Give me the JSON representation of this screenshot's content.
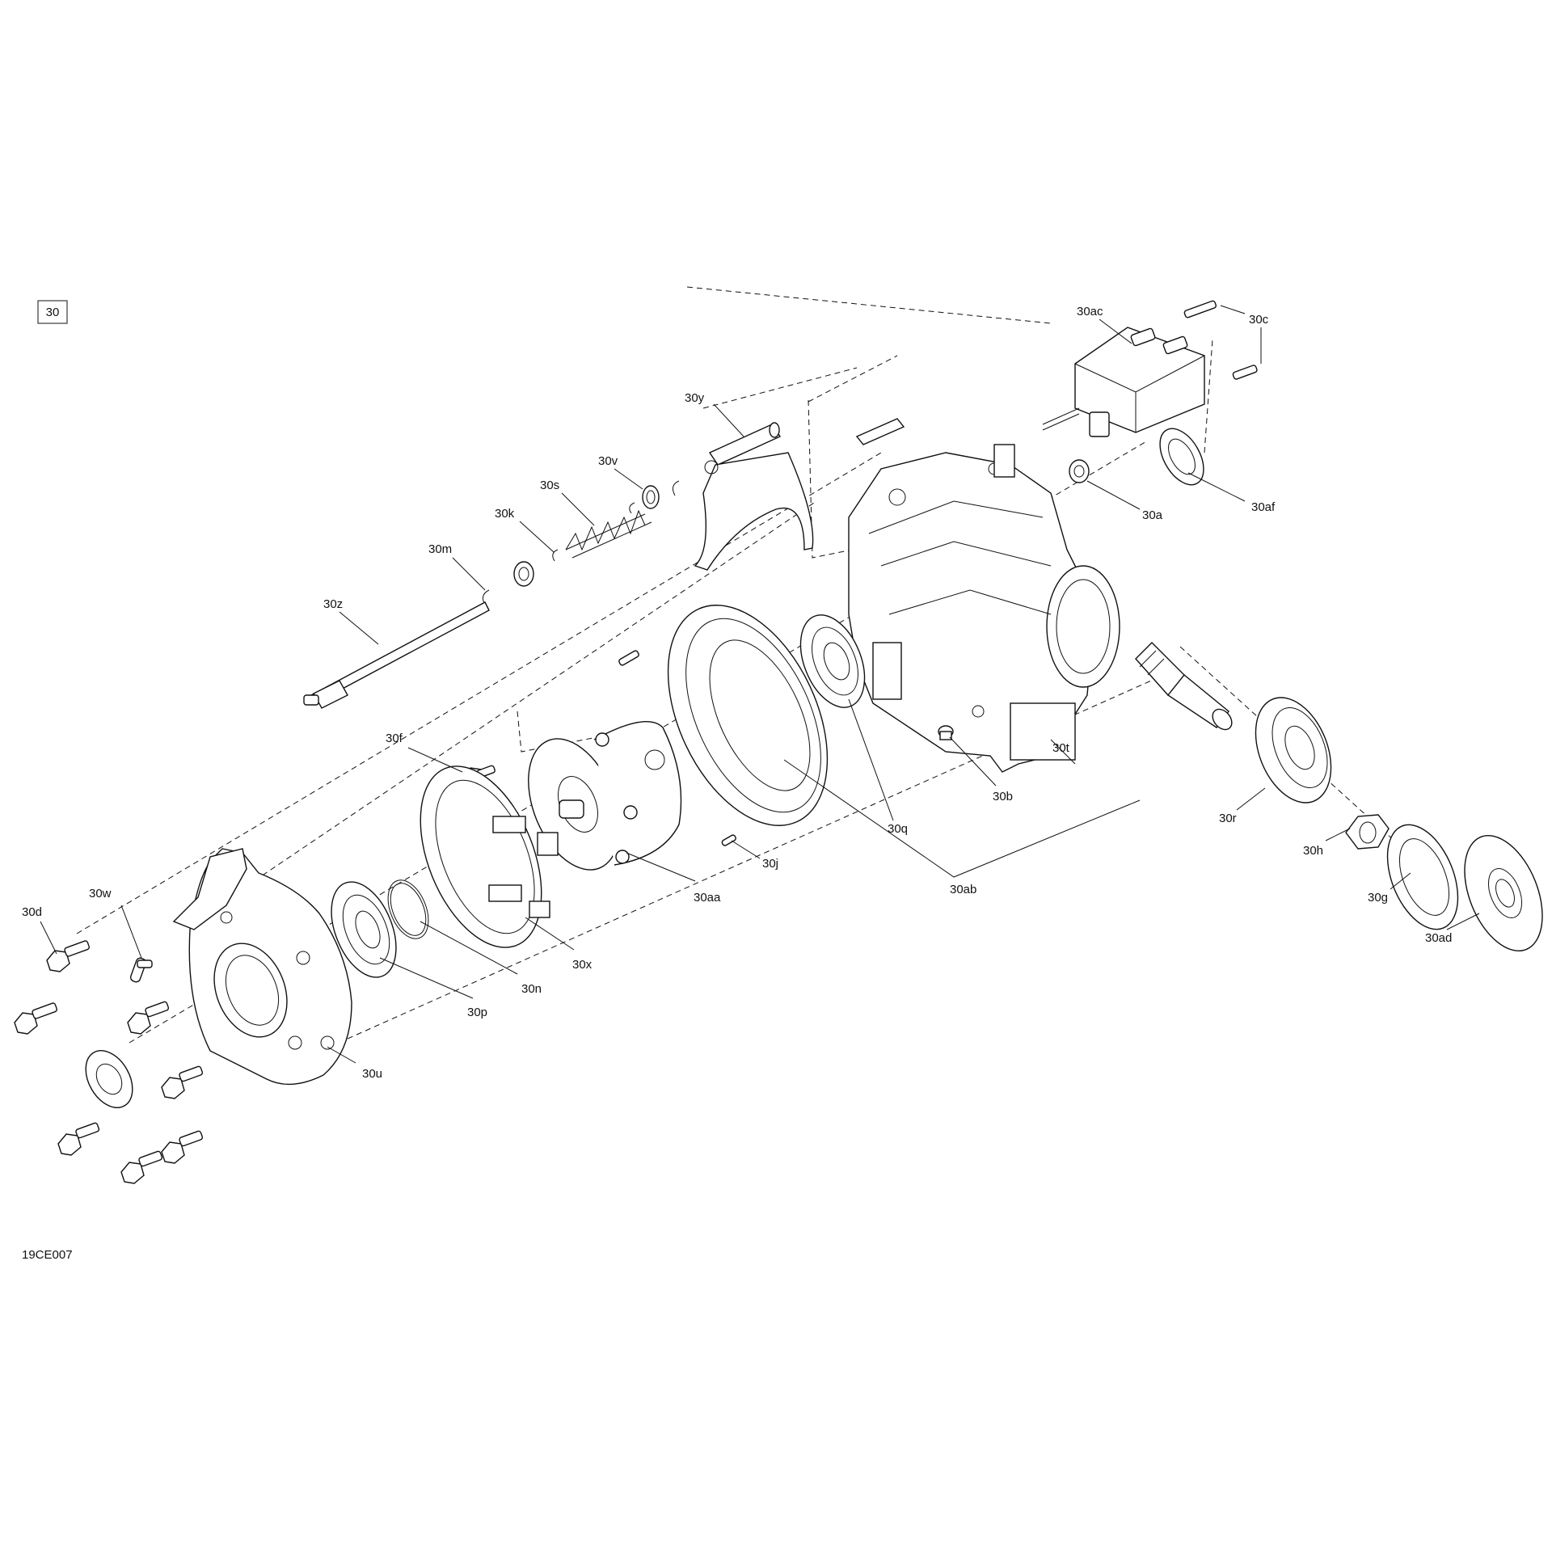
{
  "sheet": {
    "figure_number": "30",
    "drawing_code": "19CE007"
  },
  "callouts": {
    "a": "30a",
    "b": "30b",
    "c": "30c",
    "d": "30d",
    "f": "30f",
    "g": "30g",
    "h": "30h",
    "j": "30j",
    "k": "30k",
    "m": "30m",
    "n": "30n",
    "p": "30p",
    "q": "30q",
    "r": "30r",
    "s": "30s",
    "t": "30t",
    "u": "30u",
    "v": "30v",
    "w": "30w",
    "x": "30x",
    "y": "30y",
    "z": "30z",
    "aa": "30aa",
    "ab": "30ab",
    "ac": "30ac",
    "ad": "30ad",
    "af": "30af"
  }
}
